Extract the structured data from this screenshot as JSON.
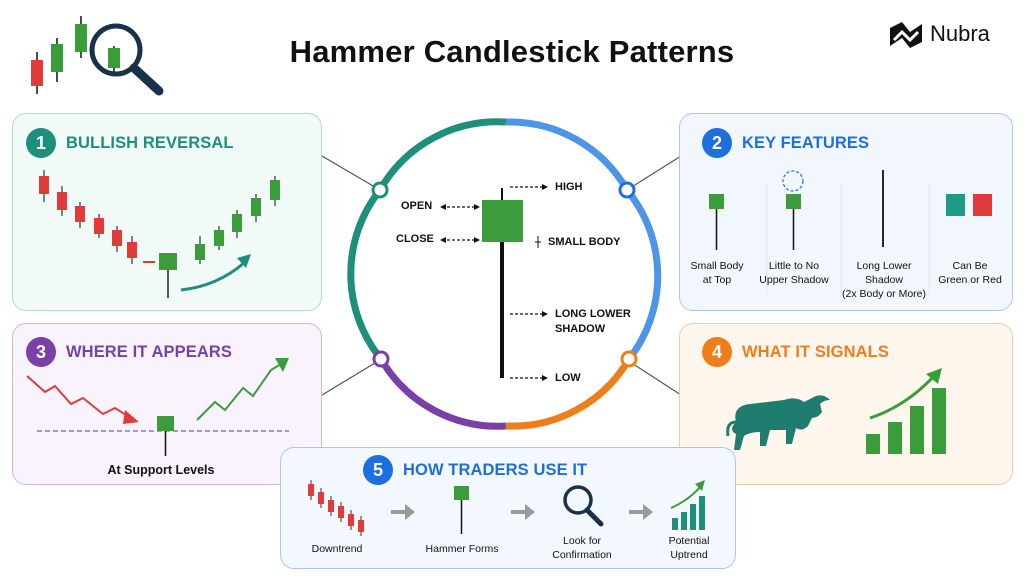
{
  "title": "Hammer Candlestick Patterns",
  "brand": {
    "name": "Nubra",
    "logo_icon": "nubra-logo-icon"
  },
  "colors": {
    "green": "#3a9c3a",
    "red": "#e03a3a",
    "teal": "#1e8f7a",
    "blue": "#1d6fe0",
    "purple": "#7b3fa8",
    "orange": "#ef7d1a"
  },
  "diagram": {
    "labels": {
      "open": "OPEN",
      "close": "CLOSE",
      "high": "HIGH",
      "small_body": "SMALL BODY",
      "long_lower_shadow_1": "LONG LOWER",
      "long_lower_shadow_2": "SHADOW",
      "low": "LOW"
    }
  },
  "panels": {
    "bullish_reversal": {
      "number": "1",
      "title": "BULLISH REVERSAL"
    },
    "key_features": {
      "number": "2",
      "title": "KEY FEATURES",
      "items": [
        {
          "line1": "Small Body",
          "line2": "at Top",
          "line3": ""
        },
        {
          "line1": "Little to No",
          "line2": "Upper Shadow",
          "line3": ""
        },
        {
          "line1": "Long Lower",
          "line2": "Shadow",
          "line3": "(2x Body or More)"
        },
        {
          "line1": "Can Be",
          "line2": "Green or Red",
          "line3": ""
        }
      ]
    },
    "where_it_appears": {
      "number": "3",
      "title": "WHERE IT APPEARS",
      "caption": "At Support Levels"
    },
    "what_it_signals": {
      "number": "4",
      "title": "WHAT IT SIGNALS",
      "icons": [
        "bull-icon",
        "rising-bars-icon"
      ]
    },
    "how_traders_use_it": {
      "number": "5",
      "title": "HOW TRADERS USE IT",
      "steps": [
        {
          "line1": "Downtrend",
          "line2": "",
          "icon": "downtrend-candles-icon"
        },
        {
          "line1": "Hammer Forms",
          "line2": "",
          "icon": "hammer-candle-icon"
        },
        {
          "line1": "Look for",
          "line2": "Confirmation",
          "icon": "magnifier-icon"
        },
        {
          "line1": "Potential",
          "line2": "Uptrend",
          "icon": "uptrend-bars-icon"
        }
      ]
    }
  }
}
